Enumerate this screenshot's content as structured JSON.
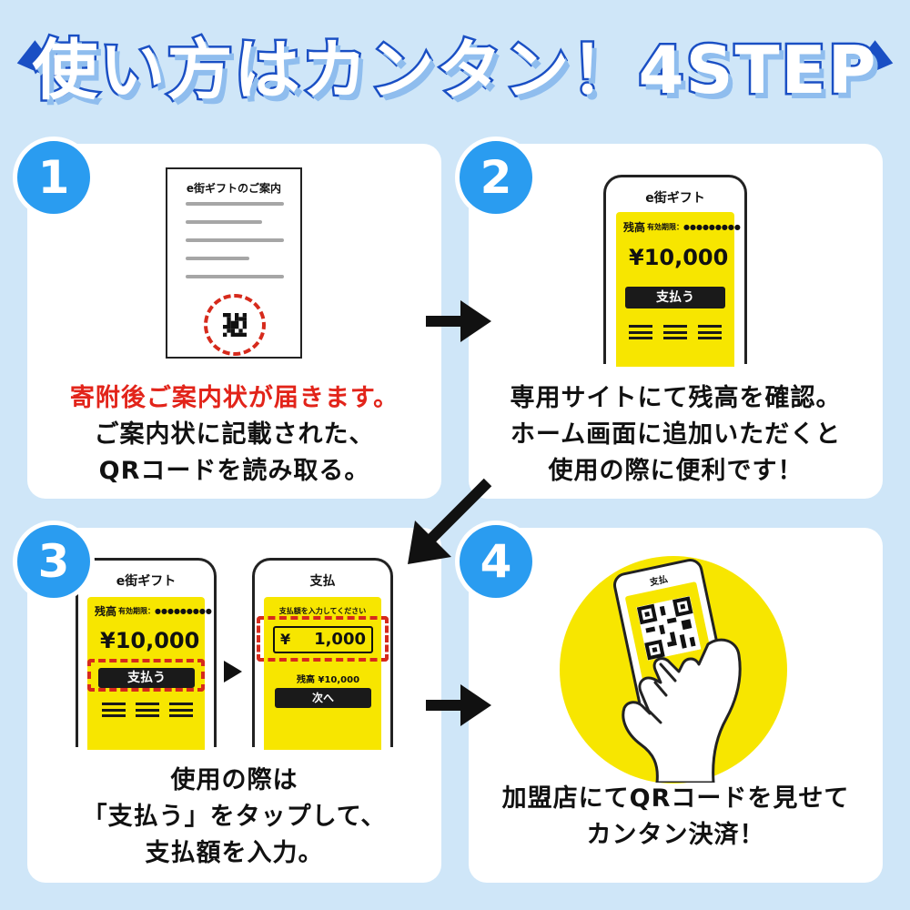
{
  "title": "使い方はカンタン！4STEP",
  "colors": {
    "background": "#cfe6f8",
    "title_stroke": "#1a4fc4",
    "badge": "#2a9cf0",
    "accent_red": "#e2241a",
    "phone_screen": "#f7e600"
  },
  "steps": [
    {
      "number": "1",
      "document_title": "e街ギフトのご案内",
      "caption_highlight": "寄附後ご案内状が届きます。",
      "caption_lines": [
        "ご案内状に記載された、",
        "QRコードを読み取る。"
      ]
    },
    {
      "number": "2",
      "phone": {
        "title": "e街ギフト",
        "balance_label": "残高",
        "expiry": "有効期限：●●●●●●●●●",
        "amount": "¥10,000",
        "pay_button": "支払う"
      },
      "caption_lines": [
        "専用サイトにて残高を確認。",
        "ホーム画面に追加いただくと",
        "使用の際に便利です！"
      ]
    },
    {
      "number": "3",
      "phone_left": {
        "title": "e街ギフト",
        "balance_label": "残高",
        "expiry": "有効期限：●●●●●●●●●",
        "amount": "¥10,000",
        "pay_button": "支払う"
      },
      "phone_right": {
        "title": "支払",
        "prompt": "支払額を入力してください",
        "currency": "¥",
        "input_value": "1,000",
        "balance": "残高 ¥10,000",
        "next_button": "次へ"
      },
      "caption_lines": [
        "使用の際は",
        "「支払う」をタップして、",
        "支払額を入力。"
      ]
    },
    {
      "number": "4",
      "phone": {
        "title": "支払"
      },
      "caption_lines": [
        "加盟店にてQRコードを見せて",
        "カンタン決済！"
      ]
    }
  ]
}
